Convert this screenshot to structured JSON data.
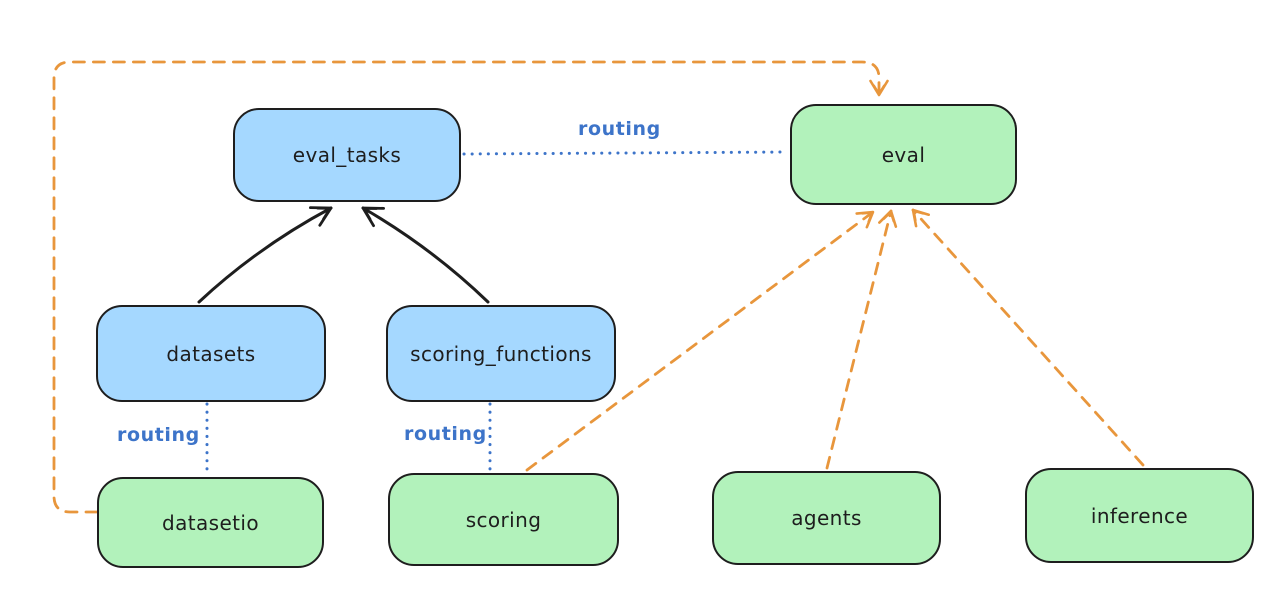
{
  "diagram": {
    "nodes": [
      {
        "id": "eval_tasks",
        "label": "eval_tasks",
        "fill": "#a5d8ff"
      },
      {
        "id": "eval",
        "label": "eval",
        "fill": "#b2f2bb"
      },
      {
        "id": "datasets",
        "label": "datasets",
        "fill": "#a5d8ff"
      },
      {
        "id": "scoring_functions",
        "label": "scoring_functions",
        "fill": "#a5d8ff"
      },
      {
        "id": "datasetio",
        "label": "datasetio",
        "fill": "#b2f2bb"
      },
      {
        "id": "scoring",
        "label": "scoring",
        "fill": "#b2f2bb"
      },
      {
        "id": "agents",
        "label": "agents",
        "fill": "#b2f2bb"
      },
      {
        "id": "inference",
        "label": "inference",
        "fill": "#b2f2bb"
      }
    ],
    "edges": [
      {
        "from": "datasets",
        "to": "eval_tasks",
        "style": "solid",
        "color": "#1e1e1e",
        "arrow": "to",
        "label": ""
      },
      {
        "from": "scoring_functions",
        "to": "eval_tasks",
        "style": "solid",
        "color": "#1e1e1e",
        "arrow": "to",
        "label": ""
      },
      {
        "from": "eval_tasks",
        "to": "eval",
        "style": "dotted",
        "color": "#3d74c9",
        "arrow": "none",
        "label": "routing"
      },
      {
        "from": "datasets",
        "to": "datasetio",
        "style": "dotted",
        "color": "#3d74c9",
        "arrow": "none",
        "label": "routing"
      },
      {
        "from": "scoring_functions",
        "to": "scoring",
        "style": "dotted",
        "color": "#3d74c9",
        "arrow": "none",
        "label": "routing"
      },
      {
        "from": "datasetio",
        "to": "eval",
        "style": "dashed",
        "color": "#e8963c",
        "arrow": "to",
        "label": "",
        "route": "around-left-and-top"
      },
      {
        "from": "scoring",
        "to": "eval",
        "style": "dashed",
        "color": "#e8963c",
        "arrow": "to",
        "label": ""
      },
      {
        "from": "agents",
        "to": "eval",
        "style": "dashed",
        "color": "#e8963c",
        "arrow": "to",
        "label": ""
      },
      {
        "from": "inference",
        "to": "eval",
        "style": "dashed",
        "color": "#e8963c",
        "arrow": "to",
        "label": ""
      }
    ],
    "colors": {
      "node_fill_blue": "#a5d8ff",
      "node_fill_green": "#b2f2bb",
      "node_stroke": "#1e1e1e",
      "edge_black": "#1e1e1e",
      "edge_blue": "#3d74c9",
      "edge_orange": "#e8963c",
      "background": "#ffffff"
    }
  }
}
